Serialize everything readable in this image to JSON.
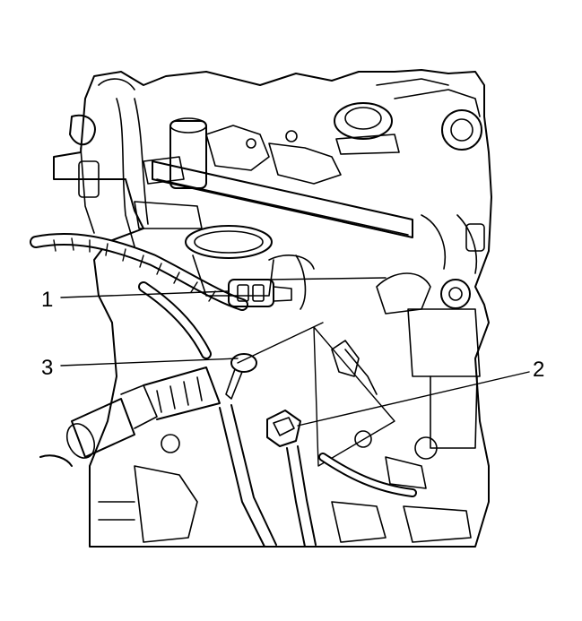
{
  "callouts": {
    "c1": {
      "label": "1"
    },
    "c2": {
      "label": "2"
    },
    "c3": {
      "label": "3"
    }
  },
  "colors": {
    "line": "#000000",
    "background": "#ffffff"
  }
}
